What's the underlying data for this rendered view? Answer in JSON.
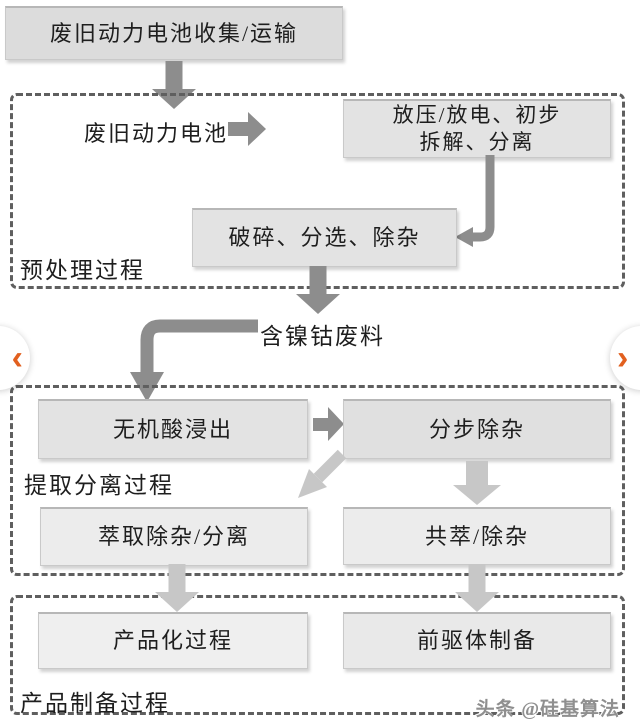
{
  "title_box": {
    "label": "废旧动力电池收集/运输"
  },
  "pretreatment": {
    "section_label": "预处理过程",
    "battery_label": "废旧动力电池",
    "discharge_lines": [
      "放压/放电、初步",
      "拆解、分离"
    ],
    "crush_label": "破碎、分选、除杂"
  },
  "intermediate": {
    "label": "含镍钴废料"
  },
  "extraction": {
    "section_label": "提取分离过程",
    "leach_label": "无机酸浸出",
    "stepwise_label": "分步除杂",
    "extract_label": "萃取除杂/分离",
    "coextract_label": "共萃/除杂"
  },
  "product": {
    "section_label": "产品制备过程",
    "productization_label": "产品化过程",
    "precursor_label": "前驱体制备"
  },
  "carousel": {
    "prev_icon": "‹",
    "next_icon": "›"
  },
  "watermark": {
    "text": "头条 @硅基算法"
  },
  "colors": {
    "box_fill": "#e3e3e3",
    "arrow_dark": "#8d8d8d",
    "arrow_light": "#c7c7c7",
    "dashed_border": "#5f5f5f",
    "accent_orange": "#e2601f"
  }
}
